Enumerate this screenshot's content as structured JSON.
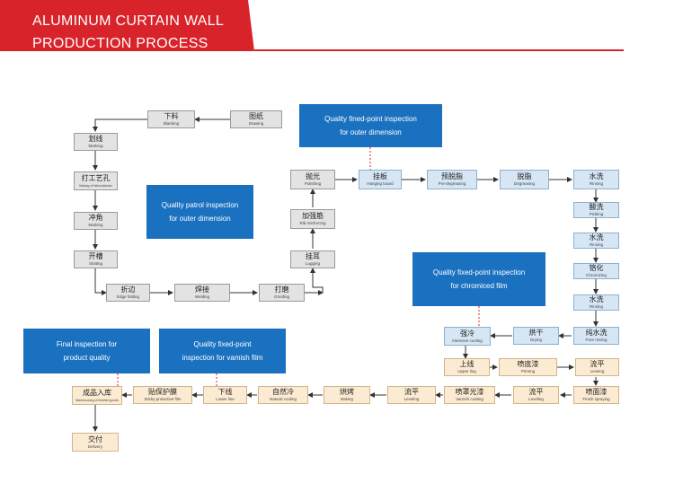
{
  "header": {
    "title_line1": "ALUMINUM CURTAIN WALL",
    "title_line2": "PRODUCTION PROCESS",
    "accent_color": "#d8232a"
  },
  "steps": {
    "drawing": {
      "zh": "图纸",
      "en": "Drawing"
    },
    "blanking": {
      "zh": "下料",
      "en": "Blanking"
    },
    "marking": {
      "zh": "划线",
      "en": "Marking"
    },
    "fabrication": {
      "zh": "打工艺孔",
      "en": "Making of fabricationsic"
    },
    "notching": {
      "zh": "冲角",
      "en": "Marking"
    },
    "slotting": {
      "zh": "开槽",
      "en": "Slotting"
    },
    "edge_folding": {
      "zh": "折边",
      "en": "Edge folding"
    },
    "welding": {
      "zh": "焊接",
      "en": "Welding"
    },
    "grinding": {
      "zh": "打磨",
      "en": "Grinding"
    },
    "lugging": {
      "zh": "挂耳",
      "en": "Lugging"
    },
    "rib": {
      "zh": "加强筋",
      "en": "Rib reinforcing"
    },
    "polishing": {
      "zh": "抛光",
      "en": "Polishing"
    },
    "hanging": {
      "zh": "挂板",
      "en": "Hanging board"
    },
    "predegreasing": {
      "zh": "预脱脂",
      "en": "Pre-degreasing"
    },
    "degreasing": {
      "zh": "脱脂",
      "en": "Degreasing"
    },
    "rinse1": {
      "zh": "水洗",
      "en": "Rinsing"
    },
    "pickling": {
      "zh": "酸洗",
      "en": "Pickling"
    },
    "rinse2": {
      "zh": "水洗",
      "en": "Rinsing"
    },
    "chromizing": {
      "zh": "铬化",
      "en": "Chromizing"
    },
    "rinse3": {
      "zh": "水洗",
      "en": "Rinsing"
    },
    "pure_rinse": {
      "zh": "纯水洗",
      "en": "Pure rinsing"
    },
    "drying": {
      "zh": "烘干",
      "en": "Drying"
    },
    "intensive_cooling": {
      "zh": "强冷",
      "en": "Intensive cooling"
    },
    "upper_line": {
      "zh": "上线",
      "en": "Upper ling"
    },
    "priming": {
      "zh": "喷底漆",
      "en": "Priming"
    },
    "leveling1": {
      "zh": "流平",
      "en": "Leveing"
    },
    "finish_spraying": {
      "zh": "喷面漆",
      "en": "Finish spraying"
    },
    "leveling2": {
      "zh": "流平",
      "en": "Leveling"
    },
    "varnish": {
      "zh": "喷罩光漆",
      "en": "Varnish coating"
    },
    "leveling3": {
      "zh": "流平",
      "en": "Leveling"
    },
    "baking": {
      "zh": "烘烤",
      "en": "Baking"
    },
    "natural_cooling": {
      "zh": "自然冷",
      "en": "Natural cooling"
    },
    "lower_line": {
      "zh": "下线",
      "en": "Lower line"
    },
    "protective_film": {
      "zh": "贴保护膜",
      "en": "Sticky protective film"
    },
    "warehousing": {
      "zh": "成品入库",
      "en": "Warehousing of finished goods"
    },
    "delivery": {
      "zh": "交付",
      "en": "Delivery"
    }
  },
  "callouts": {
    "outer_fixed": {
      "line1": "Quality fined-point inspection",
      "line2": "for outer dimension"
    },
    "outer_patrol": {
      "line1": "Quality patrol inspection",
      "line2": "for outer dimension"
    },
    "chromiced": {
      "line1": "Quality fixed-point inspection",
      "line2": "for chromiced film"
    },
    "final": {
      "line1": "Final inspection for",
      "line2": "product quality"
    },
    "vamish": {
      "line1": "Quality fixed-point",
      "line2": "inspection for vamish film"
    }
  },
  "colors": {
    "gray_box": "#e3e3e3",
    "blue_box": "#d6e6f4",
    "cream_box": "#fbebd3",
    "callout": "#1a71c0",
    "connector_dash": "#d8232a"
  }
}
